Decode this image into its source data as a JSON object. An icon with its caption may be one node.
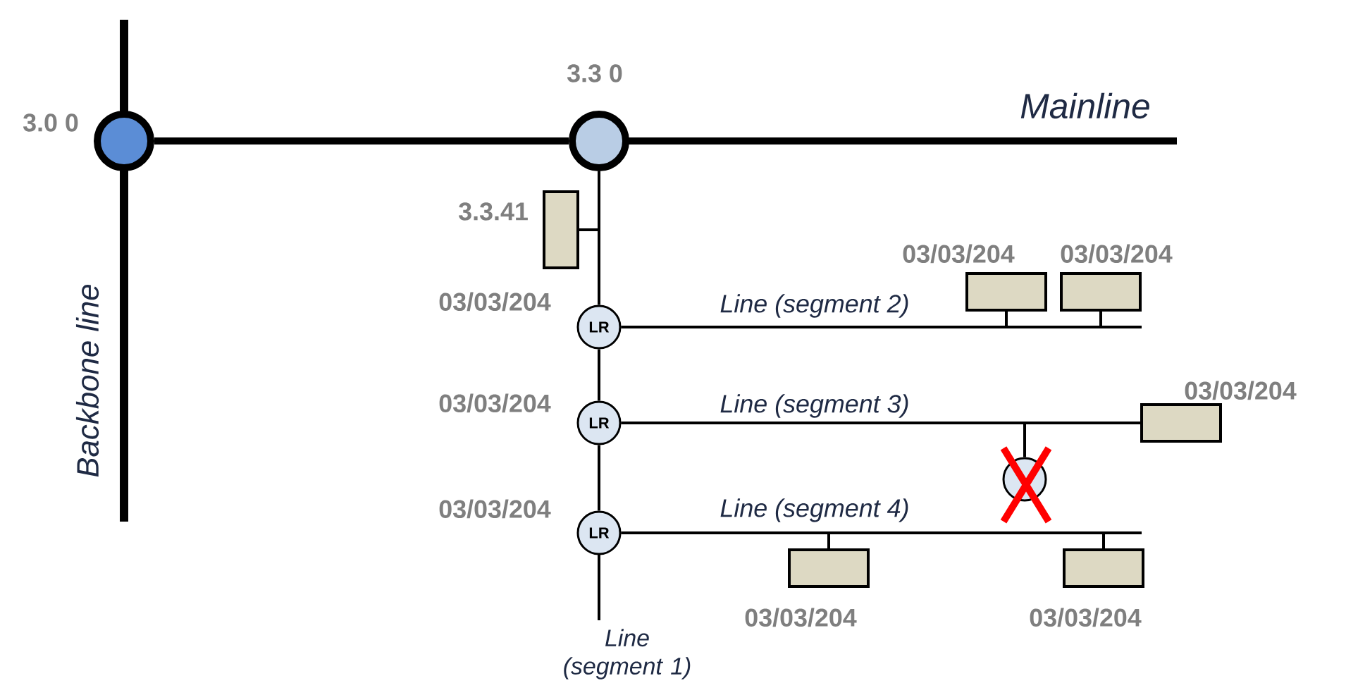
{
  "diagram": {
    "nodes": [
      {
        "text": [],
        "shape": "circle",
        "beside": [
          "3.0 0"
        ]
      },
      {
        "text": [],
        "shape": "circle",
        "beside": [
          "3.3 0"
        ]
      },
      {
        "text": [],
        "shape": "box",
        "beside": [
          "3.3.41"
        ]
      },
      {
        "text": [
          "LR"
        ],
        "beside": [
          "03/03/204"
        ]
      },
      {
        "text": [
          "LR"
        ],
        "beside": [
          "03/03/204"
        ]
      },
      {
        "text": [
          "LR"
        ],
        "beside": [
          "03/03/204"
        ]
      },
      {
        "text": [],
        "shape": "box",
        "beside": [
          "03/03/204"
        ]
      },
      {
        "text": [],
        "shape": "box",
        "beside": [
          "03/03/204"
        ]
      },
      {
        "text": [],
        "shape": "box",
        "beside": [
          "03/03/204"
        ]
      },
      {
        "text": [],
        "shape": "circle"
      },
      {
        "text": [],
        "shape": "box",
        "beside": [
          "03/03/204"
        ]
      },
      {
        "text": [],
        "shape": "box",
        "beside": [
          "03/03/204"
        ]
      }
    ],
    "edges": [
      {
        "from": 0,
        "to": 1,
        "arrow": "none",
        "style": "thick"
      },
      {
        "from": 1,
        "to": 2,
        "arrow": "none"
      },
      {
        "from": 1,
        "to": 3,
        "arrow": "none"
      },
      {
        "from": 3,
        "to": 4,
        "arrow": "none"
      },
      {
        "from": 4,
        "to": 5,
        "arrow": "none"
      },
      {
        "from": 3,
        "to": 6,
        "arrow": "none"
      },
      {
        "from": 3,
        "to": 7,
        "arrow": "none"
      },
      {
        "from": 4,
        "to": 8,
        "arrow": "none"
      },
      {
        "from": 4,
        "to": 9,
        "arrow": "none"
      },
      {
        "from": 5,
        "to": 10,
        "arrow": "none"
      },
      {
        "from": 5,
        "to": 11,
        "arrow": "none"
      }
    ],
    "labels": [
      "Mainline",
      "Backbone line",
      "Line (segment 2)",
      "Line (segment 3)",
      "Line (segment 4)",
      "Line (segment 1)"
    ]
  }
}
